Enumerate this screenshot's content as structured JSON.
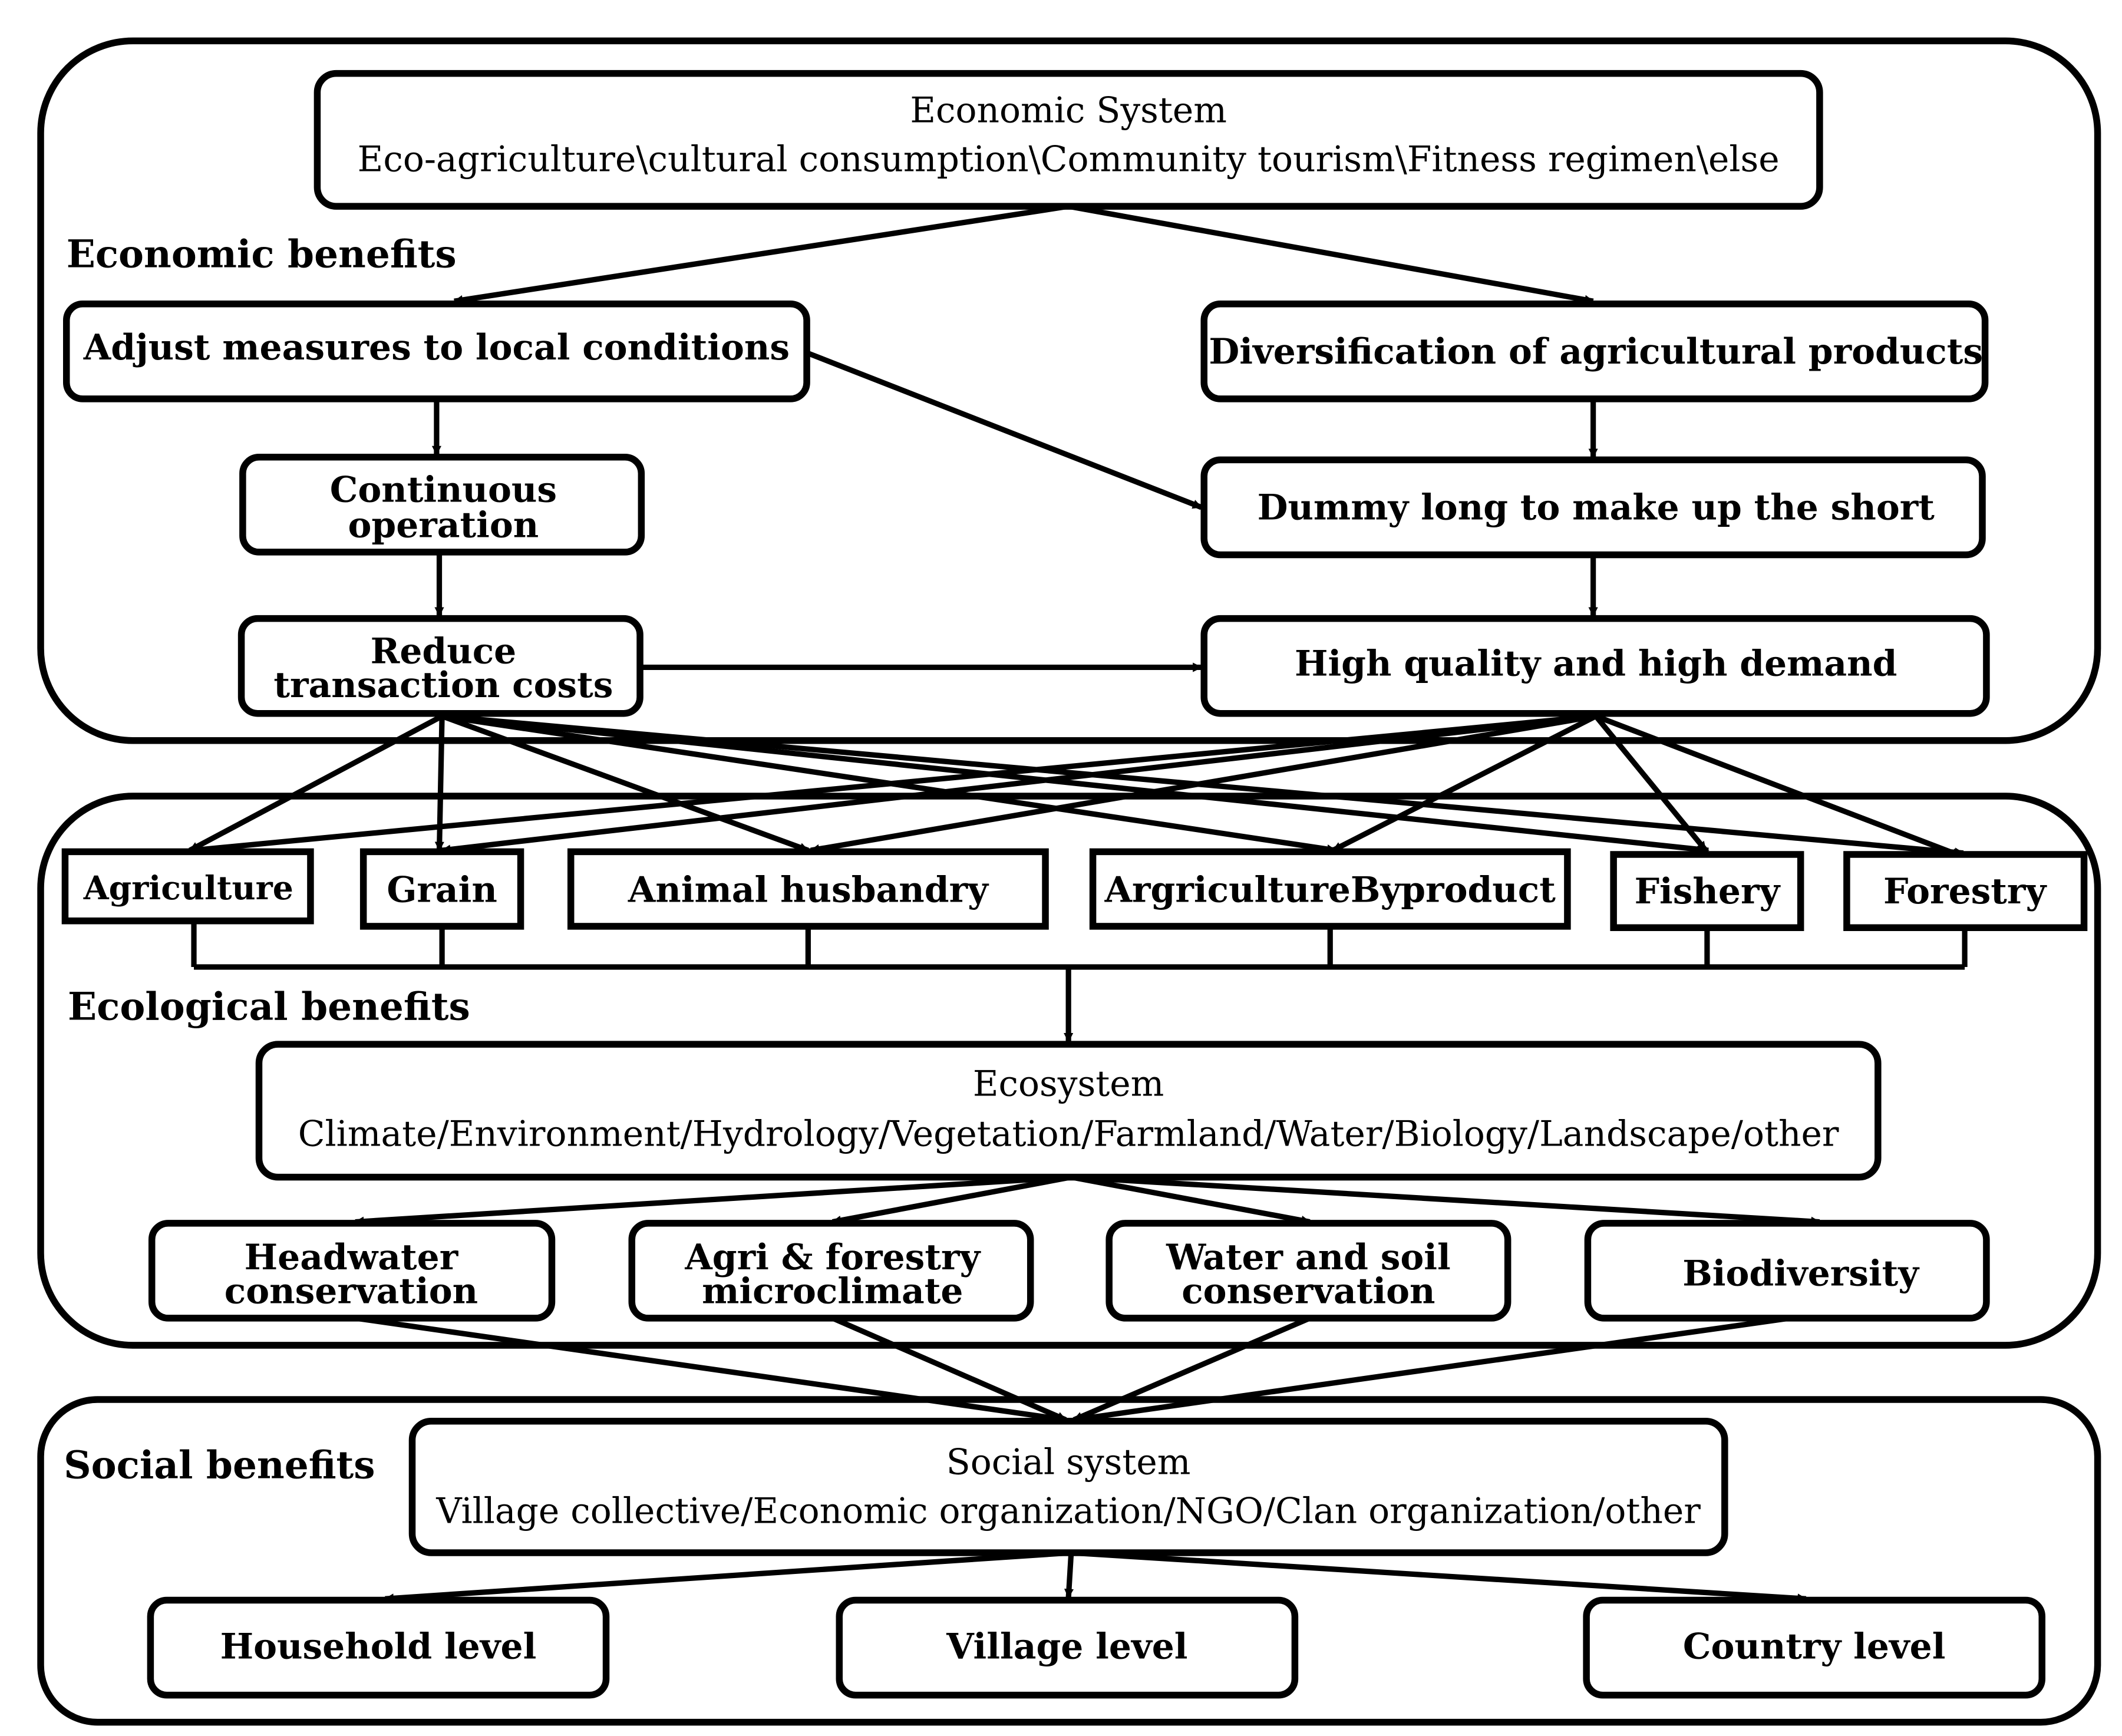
{
  "sections": {
    "economic": "Economic benefits",
    "ecological": "Ecological benefits",
    "social": "Social benefits"
  },
  "economic_system": {
    "title": "Economic System",
    "subtitle": "Eco-agriculture\\cultural consumption\\Community tourism\\Fitness regimen\\else"
  },
  "economic_nodes": {
    "adjust": "Adjust measures to local conditions",
    "diversification": "Diversification of agricultural products",
    "continuous_1": "Continuous",
    "continuous_2": "operation",
    "dummy": "Dummy long to make up the short",
    "reduce_1": "Reduce",
    "reduce_2": "transaction costs",
    "high_quality": "High quality and high demand"
  },
  "sectors": {
    "agriculture": "Agriculture",
    "grain": "Grain",
    "animal": "Animal husbandry",
    "byproduct": "ArgricultureByproduct",
    "fishery": "Fishery",
    "forestry": "Forestry"
  },
  "ecosystem": {
    "title": "Ecosystem",
    "subtitle": "Climate/Environment/Hydrology/Vegetation/Farmland/Water/Biology/Landscape/other"
  },
  "eco_nodes": {
    "headwater_1": "Headwater",
    "headwater_2": "conservation",
    "agri_1": "Agri & forestry",
    "agri_2": "microclimate",
    "soil_1": "Water and soil",
    "soil_2": "conservation",
    "biodiversity": "Biodiversity"
  },
  "social_system": {
    "title": "Social system",
    "subtitle": "Village collective/Economic organization/NGO/Clan organization/other"
  },
  "levels": {
    "household": "Household level",
    "village": "Village level",
    "country": "Country level"
  }
}
